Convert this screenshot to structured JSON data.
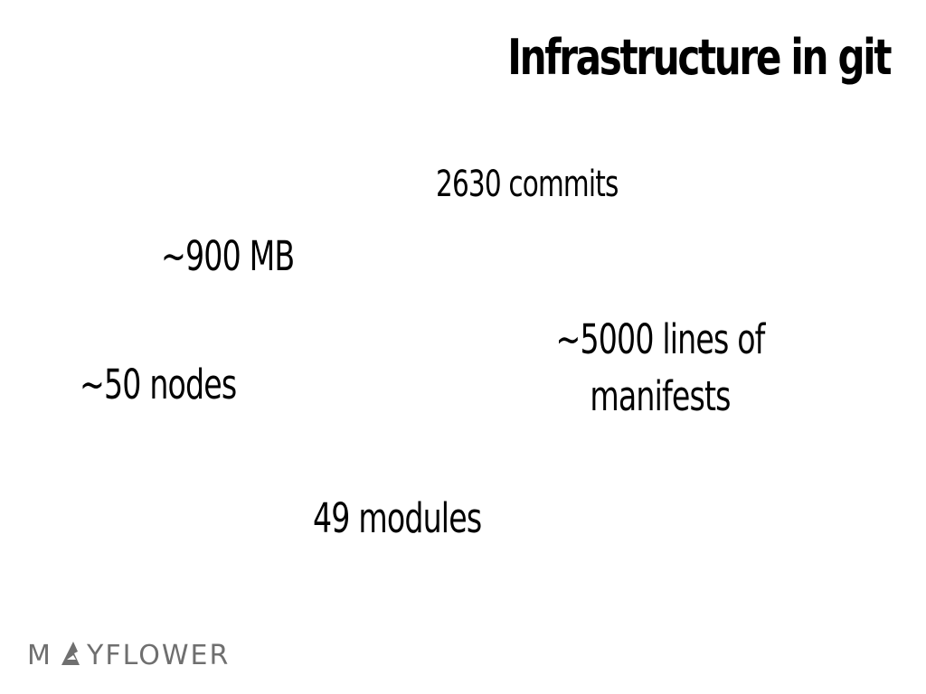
{
  "slide": {
    "title": "Infrastructure in git"
  },
  "stats": {
    "commits": "2630 commits",
    "repo_size": "~900 MB",
    "nodes": "~50 nodes",
    "manifests": "~5000 lines of manifests",
    "modules": "49 modules"
  },
  "logo": {
    "text": "MAYFLOWER",
    "color": "#6f6f6f"
  }
}
